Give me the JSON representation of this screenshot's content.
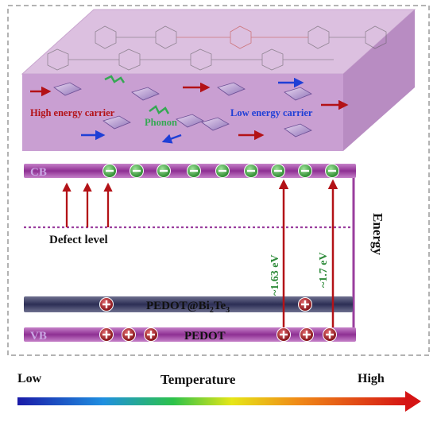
{
  "carrier_labels": {
    "high": "High energy carrier",
    "phonon": "Phonon",
    "low": "Low energy carrier"
  },
  "band_labels": {
    "cb": "CB",
    "vb": "VB",
    "composite": "PEDOT@Bi",
    "composite_sub": "2",
    "composite_suffix": "Te",
    "composite_sub2": "3",
    "vb_material": "PEDOT"
  },
  "defect_label": "Defect level",
  "energy_gaps": {
    "gap1": "~1.63 eV",
    "gap2": "~1.7 eV"
  },
  "axis_label": "Energy",
  "temperature_bar": {
    "low": "Low",
    "title": "Temperature",
    "high": "High"
  },
  "colors": {
    "slab_top": "#d9b8dc",
    "slab_front": "#c79bd0",
    "band_purple": "#9a3e9e",
    "composite_band": "#3a3c6a",
    "arrow_red": "#b31217",
    "phonon_green": "#35a853",
    "carrier_blue": "#1f3fd6",
    "gap_text_green": "#2e8b3a",
    "electron_green": "#3caa3c",
    "hole_red": "#a8141a"
  }
}
